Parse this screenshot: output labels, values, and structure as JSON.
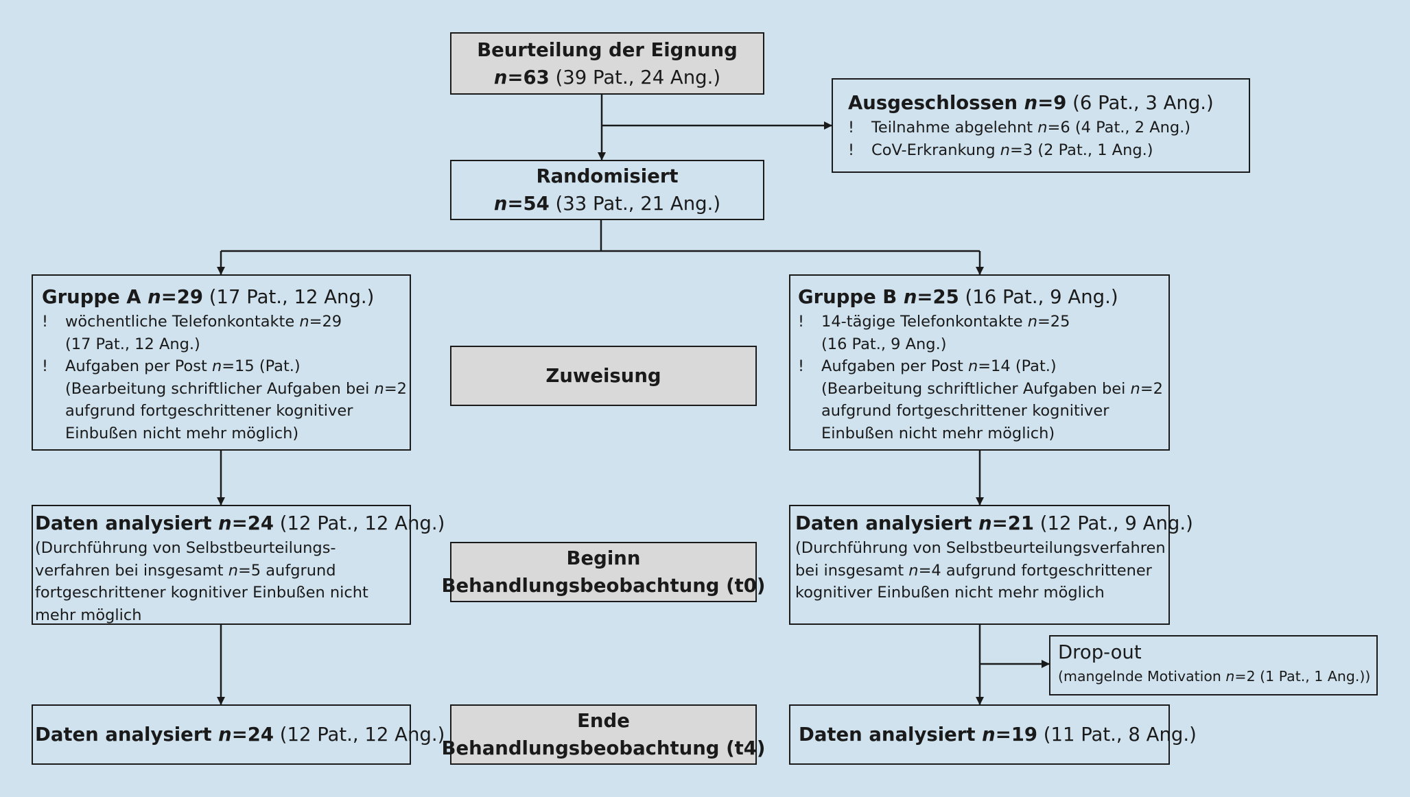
{
  "eignung": {
    "title": "Beurteilung der Eignung",
    "n_var": "n",
    "n_val": "=63",
    "detail": " (39 Pat., 24 Ang.)"
  },
  "ausgeschlossen": {
    "title": "Ausgeschlossen ",
    "n_var": "n",
    "n_val": "=9",
    "detail": " (6 Pat., 3 Ang.)",
    "bullet_mark": "!",
    "items": [
      {
        "text_a": "Teilnahme abgelehnt ",
        "n_var": "n",
        "text_b": "=6 (4 Pat., 2 Ang.)"
      },
      {
        "text_a": "CoV-Erkrankung ",
        "n_var": "n",
        "text_b": "=3 (2 Pat., 1 Ang.)"
      }
    ]
  },
  "randomisiert": {
    "title": "Randomisiert",
    "n_var": "n",
    "n_val": "=54",
    "detail": " (33 Pat., 21 Ang.)"
  },
  "gruppe_a": {
    "title": "Gruppe A ",
    "n_var": "n",
    "n_val": "=29",
    "detail": " (17 Pat., 12 Ang.)",
    "bullet_mark": "!",
    "item1_a": "wöchentliche Telefonkontakte ",
    "item1_n": "n",
    "item1_b": "=29",
    "item1_cont": "(17 Pat., 12 Ang.)",
    "item2_a": "Aufgaben per Post ",
    "item2_n": "n",
    "item2_b": "=15 (Pat.)",
    "item2_cont1_a": "(Bearbeitung schriftlicher Aufgaben bei ",
    "item2_cont1_n": "n",
    "item2_cont1_b": "=2",
    "item2_cont2": "aufgrund fortgeschrittener kognitiver",
    "item2_cont3": "Einbußen nicht mehr möglich)"
  },
  "gruppe_b": {
    "title": "Gruppe B ",
    "n_var": "n",
    "n_val": "=25",
    "detail": " (16 Pat., 9 Ang.)",
    "bullet_mark": "!",
    "item1_a": "14-tägige Telefonkontakte ",
    "item1_n": "n",
    "item1_b": "=25",
    "item1_cont": "(16 Pat., 9 Ang.)",
    "item2_a": "Aufgaben per Post ",
    "item2_n": "n",
    "item2_b": "=14 (Pat.)",
    "item2_cont1_a": "(Bearbeitung schriftlicher Aufgaben bei ",
    "item2_cont1_n": "n",
    "item2_cont1_b": "=2",
    "item2_cont2": "aufgrund fortgeschrittener kognitiver",
    "item2_cont3": "Einbußen nicht mehr möglich)"
  },
  "zuweisung": {
    "label": "Zuweisung"
  },
  "beginn": {
    "line1": "Beginn",
    "line2": "Behandlungsbeobachtung (t0)"
  },
  "ende": {
    "line1": "Ende",
    "line2": "Behandlungsbeobachtung (t4)"
  },
  "daten_a1": {
    "title": "Daten analysiert ",
    "n_var": "n",
    "n_val": "=24",
    "detail": " (12 Pat., 12 Ang.)",
    "line1": "(Durchführung von Selbstbeurteilungs-",
    "line2_a": "verfahren bei insgesamt ",
    "line2_n": "n",
    "line2_b": "=5 aufgrund",
    "line3": "fortgeschrittener kognitiver Einbußen nicht",
    "line4": "mehr möglich"
  },
  "daten_b1": {
    "title": "Daten analysiert ",
    "n_var": "n",
    "n_val": "=21",
    "detail": " (12 Pat., 9 Ang.)",
    "line1": "(Durchführung von Selbstbeurteilungsverfahren",
    "line2_a": "bei insgesamt ",
    "line2_n": "n",
    "line2_b": "=4 aufgrund fortgeschrittener",
    "line3": "kognitiver Einbußen nicht mehr möglich"
  },
  "dropout": {
    "title": "Drop-out",
    "detail_a": "(mangelnde Motivation ",
    "detail_n": "n",
    "detail_b": "=2 (1 Pat., 1 Ang.))"
  },
  "daten_a2": {
    "title": "Daten analysiert ",
    "n_var": "n",
    "n_val": "=24",
    "detail": " (12 Pat., 12 Ang.)"
  },
  "daten_b2": {
    "title": "Daten analysiert ",
    "n_var": "n",
    "n_val": "=19",
    "detail": " (11 Pat., 8 Ang.)"
  }
}
